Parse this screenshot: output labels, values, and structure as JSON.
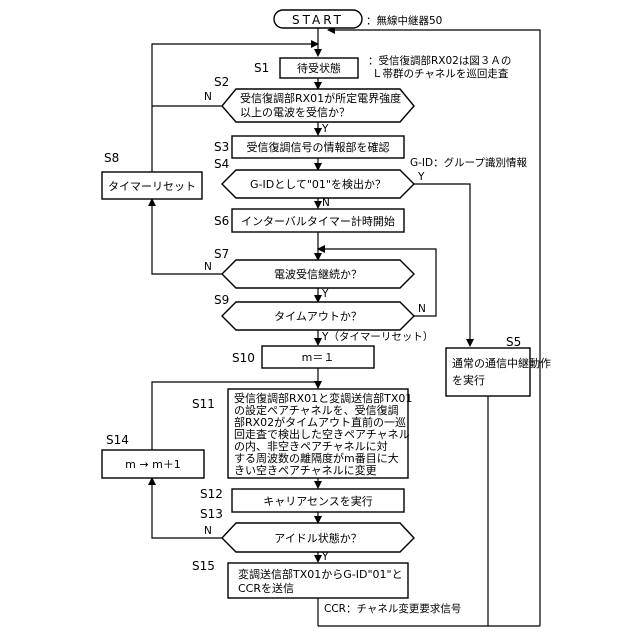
{
  "start": {
    "label": "START",
    "note": "：無線中継器50"
  },
  "notes": {
    "s1_side_l1": "：受信復調部RX02は図３Ａの",
    "s1_side_l2": "Ｌ帯群のチャネルを巡回走査",
    "gid_def": "G-ID：グループ識別情報",
    "ccr_def": "CCR：チャネル変更要求信号"
  },
  "steps": {
    "s1": {
      "id": "S1",
      "lines": [
        "待受状態"
      ]
    },
    "s2": {
      "id": "S2",
      "lines": [
        "受信復調部RX01が所定電界強度",
        "以上の電波を受信か？"
      ]
    },
    "s3": {
      "id": "S3",
      "lines": [
        "受信復調信号の情報部を確認"
      ]
    },
    "s4": {
      "id": "S4",
      "lines": [
        "G-IDとして\"01\"を検出か？"
      ]
    },
    "s5": {
      "id": "S5",
      "lines": [
        "通常の通信中継動作",
        "を実行"
      ]
    },
    "s6": {
      "id": "S6",
      "lines": [
        "インターバルタイマー計時開始"
      ]
    },
    "s7": {
      "id": "S7",
      "lines": [
        "電波受信継続か？"
      ]
    },
    "s8": {
      "id": "S8",
      "lines": [
        "タイマーリセット"
      ]
    },
    "s9": {
      "id": "S9",
      "lines": [
        "タイムアウトか？"
      ]
    },
    "s10": {
      "id": "S10",
      "lines": [
        "m＝１"
      ]
    },
    "s11": {
      "id": "S11",
      "lines": [
        "受信復調部RX01と変調送信部TX01",
        "の設定ペアチャネルを、受信復調",
        "部RX02がタイムアウト直前の一巡",
        "回走査で検出した空きペアチャネル",
        "の内、非空きペアチャネルに対",
        "する周波数の離隔度がm番目に大",
        "きい空きペアチャネルに変更"
      ]
    },
    "s12": {
      "id": "S12",
      "lines": [
        "キャリアセンスを実行"
      ]
    },
    "s13": {
      "id": "S13",
      "lines": [
        "アイドル状態か？"
      ]
    },
    "s14": {
      "id": "S14",
      "lines": [
        "m → m＋1"
      ]
    },
    "s15": {
      "id": "S15",
      "lines": [
        "変調送信部TX01からG-ID\"01\"と",
        "CCRを送信"
      ]
    }
  },
  "branch_labels": {
    "s2_no": "N",
    "s2_yes": "Y",
    "s4_yes": "Y",
    "s4_no": "N",
    "s7_no": "N",
    "s7_yes": "Y",
    "s9_no": "N",
    "s9_yes": "Y（タイマーリセット）",
    "s13_no": "N",
    "s13_yes": "Y"
  }
}
